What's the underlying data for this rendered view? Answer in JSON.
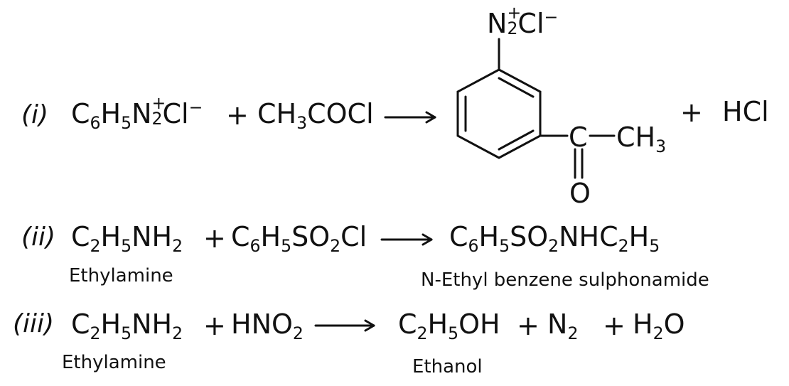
{
  "reactions": [
    {
      "number": "(i)",
      "reactant1": {
        "parts": [
          "C",
          "6",
          "H",
          "5",
          "N",
          "+",
          "2",
          "Cl",
          "−"
        ]
      },
      "plus1": "+",
      "reactant2": {
        "parts": [
          "CH",
          "3",
          "COCl"
        ]
      },
      "product_ring": {
        "top_group": {
          "parts": [
            "N",
            "+",
            "2",
            "Cl",
            "−"
          ]
        },
        "carbonyl_c": "C",
        "methyl": {
          "parts": [
            "CH",
            "3"
          ]
        },
        "oxygen": "O"
      },
      "plus2": "+",
      "byproduct": "HCl"
    },
    {
      "number": "(ii)",
      "reactant1": {
        "parts": [
          "C",
          "2",
          "H",
          "5",
          "NH",
          "2"
        ]
      },
      "reactant1_name": "Ethylamine",
      "plus1": "+",
      "reactant2": {
        "parts": [
          "C",
          "6",
          "H",
          "5",
          "SO",
          "2",
          "Cl"
        ]
      },
      "product": {
        "parts": [
          "C",
          "6",
          "H",
          "5",
          "SO",
          "2",
          "NHC",
          "2",
          "H",
          "5"
        ]
      },
      "product_name": "N-Ethyl benzene sulphonamide"
    },
    {
      "number": "(iii)",
      "reactant1": {
        "parts": [
          "C",
          "2",
          "H",
          "5",
          "NH",
          "2"
        ]
      },
      "reactant1_name": "Ethylamine",
      "plus1": "+",
      "reactant2": {
        "parts": [
          "HNO",
          "2"
        ]
      },
      "product1": {
        "parts": [
          "C",
          "2",
          "H",
          "5",
          "OH"
        ]
      },
      "product1_name": "Ethanol",
      "plus2": "+",
      "product2": {
        "parts": [
          "N",
          "2"
        ]
      },
      "plus3": "+",
      "product3": {
        "parts": [
          "H",
          "2",
          "O"
        ]
      }
    }
  ]
}
